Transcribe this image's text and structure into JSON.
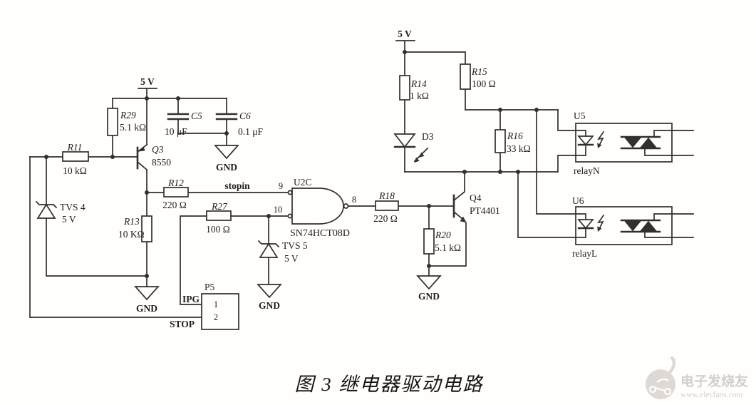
{
  "caption": "图 3  继电器驱动电路",
  "watermark": {
    "brand": "电子发烧友",
    "url": "www.elecfans.com"
  },
  "labels": {
    "vcc": "5 V",
    "gnd": "GND"
  },
  "nets": {
    "stopin": "stopin",
    "ipg": "IPG",
    "stop": "STOP"
  },
  "components": {
    "r11": {
      "ref": "R11",
      "value": "10 kΩ"
    },
    "r12": {
      "ref": "R12",
      "value": "220 Ω"
    },
    "r13": {
      "ref": "R13",
      "value": "10 KΩ"
    },
    "r14": {
      "ref": "R14",
      "value": "1 kΩ"
    },
    "r15": {
      "ref": "R15",
      "value": "100 Ω"
    },
    "r16": {
      "ref": "R16",
      "value": "33 kΩ"
    },
    "r18": {
      "ref": "R18",
      "value": "220 Ω"
    },
    "r20": {
      "ref": "R20",
      "value": "5.1 kΩ"
    },
    "r27": {
      "ref": "R27",
      "value": "100 Ω"
    },
    "r29": {
      "ref": "R29",
      "value": "5.1 kΩ"
    },
    "c5": {
      "ref": "C5",
      "value": "10 μF"
    },
    "c6": {
      "ref": "C6",
      "value": "0.1 μF"
    },
    "d3": {
      "ref": "D3"
    },
    "tvs4": {
      "ref": "TVS 4",
      "value": "5 V"
    },
    "tvs5": {
      "ref": "TVS 5",
      "value": "5 V"
    },
    "q3": {
      "ref": "Q3",
      "value": "8550"
    },
    "q4": {
      "ref": "Q4",
      "value": "PT4401"
    },
    "u2c": {
      "ref": "U2C",
      "part": "SN74HCT08D",
      "pins": {
        "in1": "9",
        "in2": "10",
        "out": "8"
      }
    },
    "p5": {
      "ref": "P5",
      "pins": {
        "p1": "1",
        "p2": "2"
      }
    },
    "u5": {
      "ref": "U5",
      "net": "relayN"
    },
    "u6": {
      "ref": "U6",
      "net": "relayL"
    }
  }
}
